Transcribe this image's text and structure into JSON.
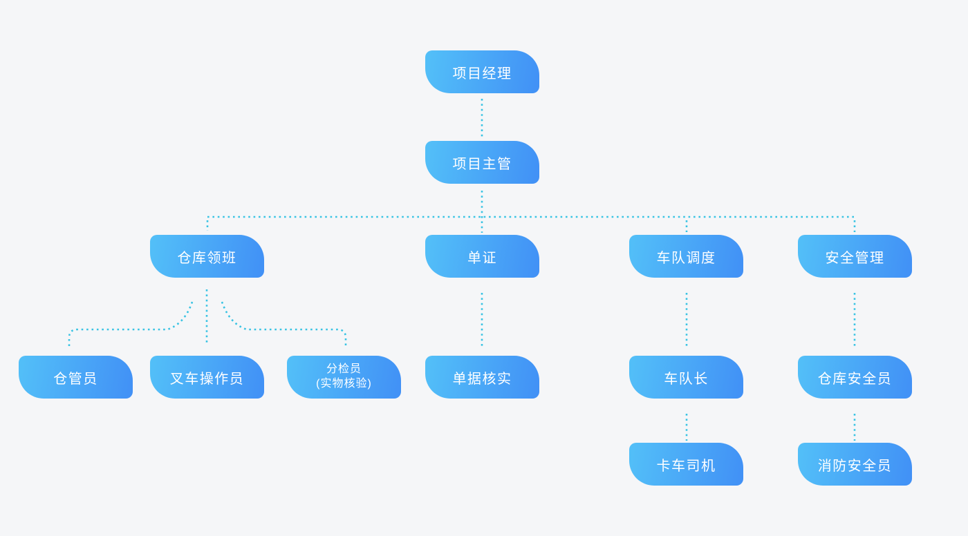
{
  "theme": {
    "canvas_background": "#f5f6f8",
    "node_gradient_start": "#53c0f8",
    "node_gradient_end": "#4190f6",
    "node_text_color": "#ffffff",
    "connector_color": "#38c3e3"
  },
  "org_chart": {
    "type": "org-chart",
    "connector_style": "dotted",
    "nodes": [
      {
        "id": "project-manager",
        "label": "项目经理",
        "parent": null
      },
      {
        "id": "project-supervisor",
        "label": "项目主管",
        "parent": "project-manager"
      },
      {
        "id": "warehouse-foreman",
        "label": "仓库领班",
        "parent": "project-supervisor"
      },
      {
        "id": "documentation",
        "label": "单证",
        "parent": "project-supervisor"
      },
      {
        "id": "fleet-dispatch",
        "label": "车队调度",
        "parent": "project-supervisor"
      },
      {
        "id": "safety-management",
        "label": "安全管理",
        "parent": "project-supervisor"
      },
      {
        "id": "warehouse-keeper",
        "label": "仓管员",
        "parent": "warehouse-foreman"
      },
      {
        "id": "forklift-operator",
        "label": "叉车操作员",
        "parent": "warehouse-foreman"
      },
      {
        "id": "sorter",
        "label": "分检员\n(实物核验)",
        "parent": "warehouse-foreman"
      },
      {
        "id": "document-verification",
        "label": "单据核实",
        "parent": "documentation"
      },
      {
        "id": "fleet-captain",
        "label": "车队长",
        "parent": "fleet-dispatch"
      },
      {
        "id": "warehouse-safety-officer",
        "label": "仓库安全员",
        "parent": "safety-management"
      },
      {
        "id": "truck-driver",
        "label": "卡车司机",
        "parent": "fleet-captain"
      },
      {
        "id": "fire-safety-officer",
        "label": "消防安全员",
        "parent": "warehouse-safety-officer"
      }
    ]
  }
}
